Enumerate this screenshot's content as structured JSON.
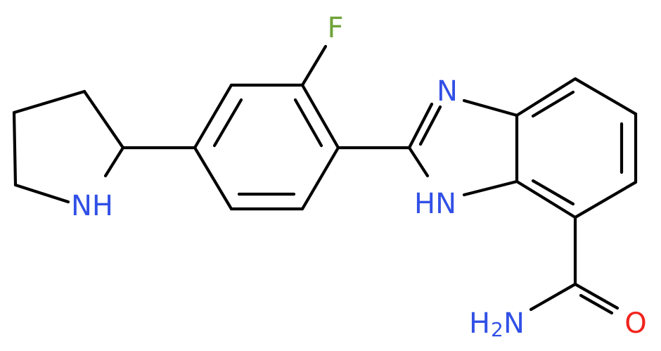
{
  "molecule": {
    "atoms": {
      "F": {
        "text": "F",
        "color": "#6fa33a"
      },
      "N_imine": {
        "text": "N",
        "color": "#3150e6"
      },
      "NH_ring": {
        "text": "HN",
        "color": "#3150e6"
      },
      "NH_pyrrolidine": {
        "text": "NH",
        "color": "#3150e6"
      },
      "O": {
        "text": "O",
        "color": "#f0241c"
      },
      "NH2": {
        "text": "H",
        "sub": "2",
        "suffix": "N",
        "color": "#3150e6"
      }
    }
  }
}
